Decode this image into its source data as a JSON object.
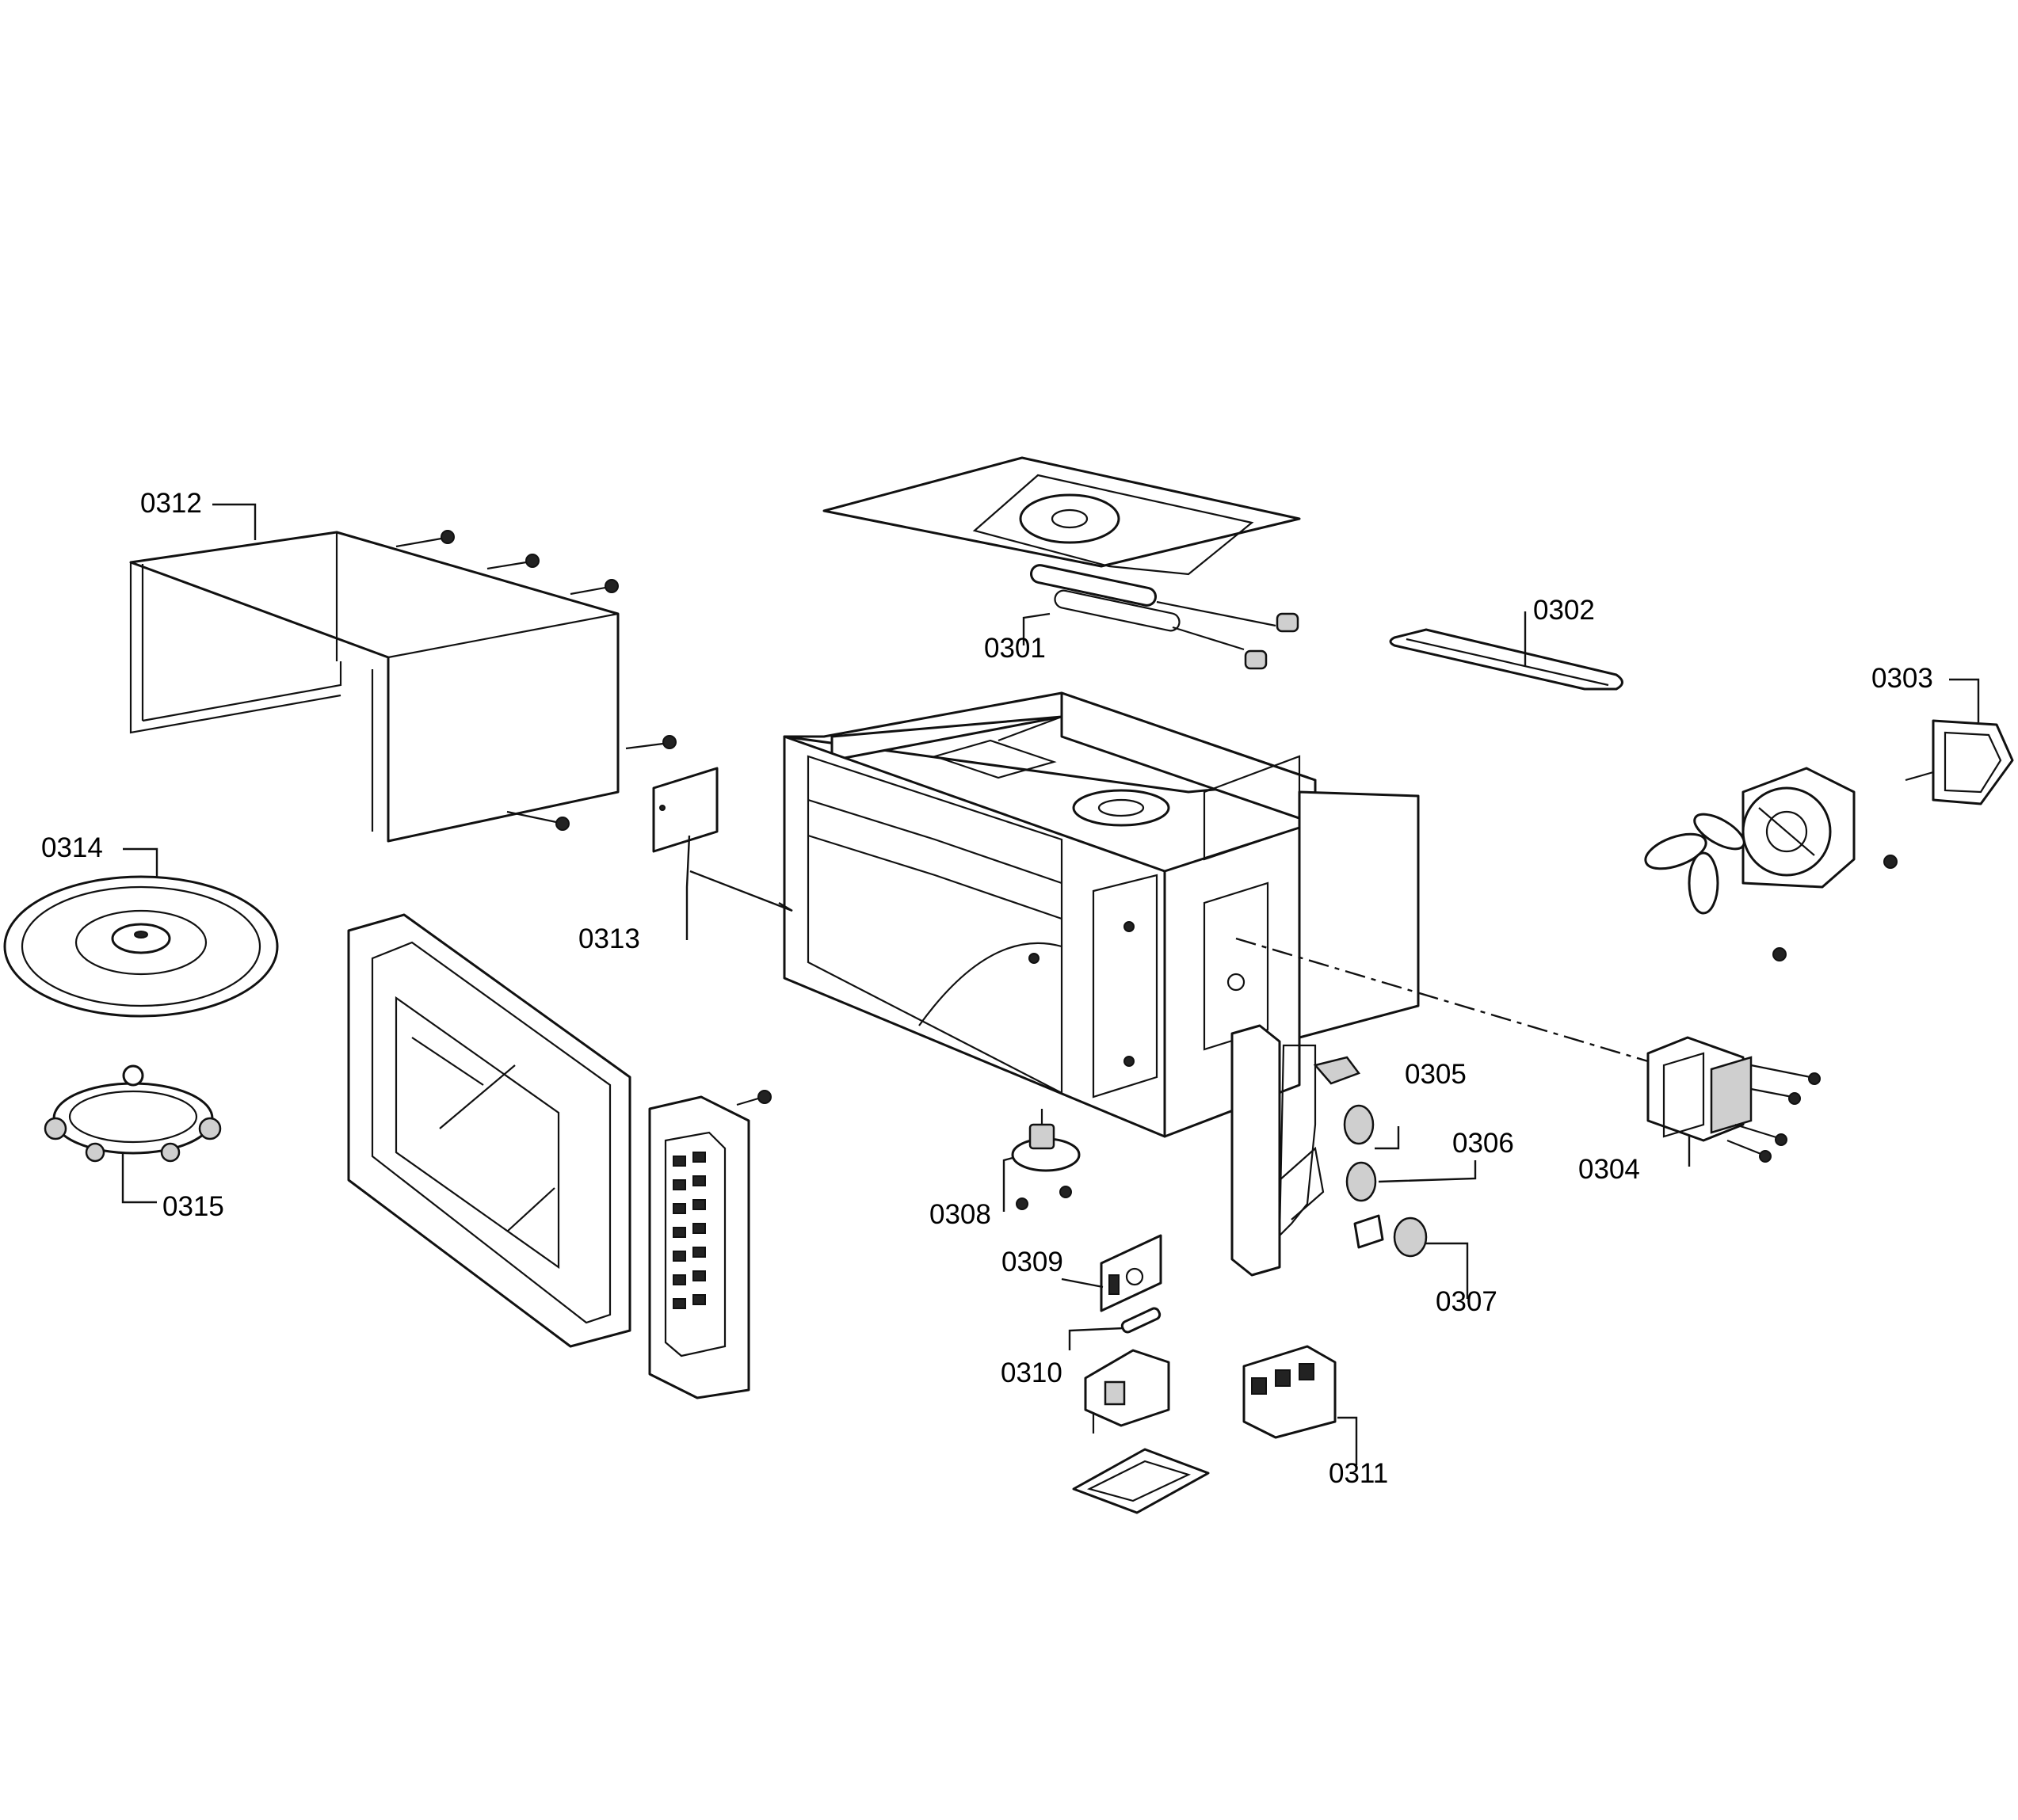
{
  "labels": {
    "p0301": "0301",
    "p0302": "0302",
    "p0303": "0303",
    "p0304": "0304",
    "p0305": "0305",
    "p0306": "0306",
    "p0307": "0307",
    "p0308": "0308",
    "p0309": "0309",
    "p0310": "0310",
    "p0311": "0311",
    "p0312": "0312",
    "p0313": "0313",
    "p0314": "0314",
    "p0315": "0315"
  },
  "colors": {
    "line": "#111111",
    "background": "#ffffff"
  }
}
